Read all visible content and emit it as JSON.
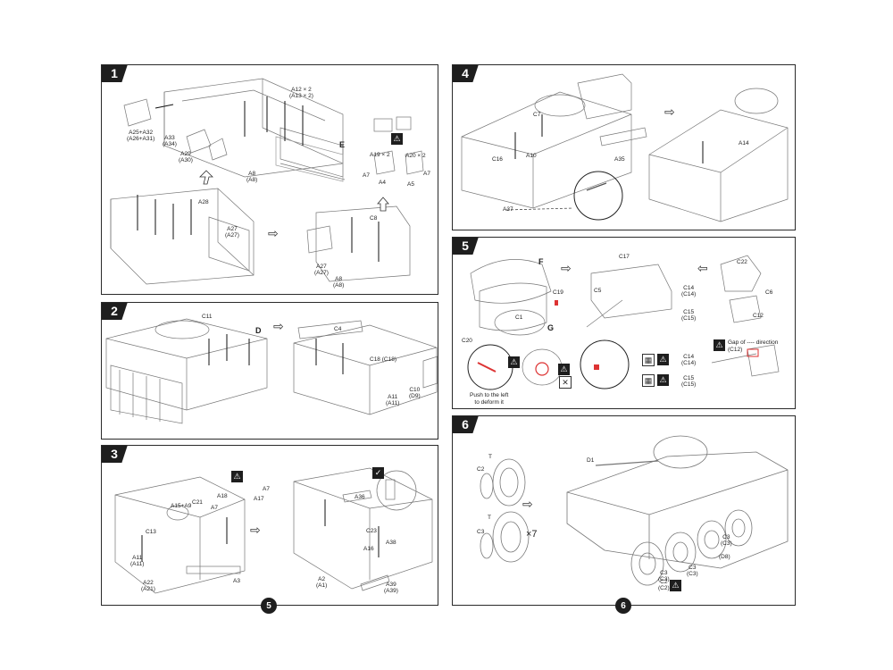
{
  "steps": [
    {
      "number": "1"
    },
    {
      "number": "2"
    },
    {
      "number": "3"
    },
    {
      "number": "4"
    },
    {
      "number": "5"
    },
    {
      "number": "6"
    }
  ],
  "page_numbers": {
    "left": "5",
    "right": "6"
  },
  "step1": {
    "labels": {
      "a12": "A12 × 2\n(A13 × 2)",
      "a25": "A25+A32\n(A26+A31)",
      "a33": "A33\n(A34)",
      "a29": "A29\n(A30)",
      "a8a": "A8\n(A8)",
      "e": "E",
      "a19": "A19 × 2",
      "a20": "A20 × 2",
      "a7a": "A7",
      "a7b": "A7",
      "a4": "A4",
      "a5": "A5",
      "a28": "A28",
      "a27": "A27\n(A27)",
      "c8": "C8",
      "a27b": "A27\n(A27)",
      "a8b": "A8\n(A8)"
    }
  },
  "step2": {
    "labels": {
      "c11": "C11",
      "d": "D",
      "c4": "C4",
      "c18": "C18 (C18)",
      "a11": "A11\n(A11)",
      "c10": "C10\n(D9)"
    }
  },
  "step3": {
    "labels": {
      "a18": "A18",
      "a7c": "A7",
      "a7d": "A7",
      "a17": "A17",
      "c21": "C21",
      "a15": "A15+A9",
      "c13": "C13",
      "a11b": "A11\n(A11)",
      "a22": "A22\n(A21)",
      "a3": "A3",
      "a36": "A36",
      "c23": "C23",
      "a16": "A16",
      "a38": "A38",
      "a2": "A2\n(A1)",
      "a39": "A39\n(A39)"
    }
  },
  "step4": {
    "labels": {
      "c7": "C7",
      "c16": "C16",
      "a10": "A10",
      "a35": "A35",
      "a37": "A37",
      "a14": "A14"
    }
  },
  "step5": {
    "labels": {
      "f": "F",
      "c19": "C19",
      "c1": "C1",
      "g": "G",
      "c20": "C20",
      "c17": "C17",
      "c5": "C5",
      "c14a": "C14\n(C14)",
      "c15a": "C15\n(C15)",
      "c22": "C22",
      "c6": "C6",
      "c12": "C12",
      "c14b": "C14\n(C14)",
      "c15b": "C15\n(C15)"
    },
    "push_note": "Push to the left\nto deform it",
    "gap_note": "Gap of ---- direction\n(C12)"
  },
  "step6": {
    "labels": {
      "t1": "T",
      "c2": "C2",
      "t2": "T",
      "c3a": "C3",
      "d1": "D1",
      "c3b": "C3\n(C3)",
      "c3c": "C3\n(C3)",
      "c3d": "C3\n(C3)",
      "c2b": "C2\n(C2)",
      "d8": "(D8)"
    },
    "multiplier": "×7"
  },
  "icons": {
    "no_glue": "warning-icon",
    "arrow": "arrow-right-icon"
  }
}
